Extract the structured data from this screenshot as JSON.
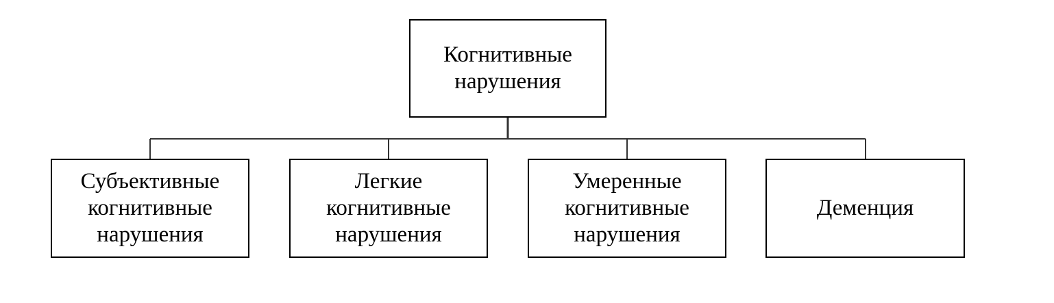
{
  "diagram": {
    "root": {
      "label": "Когнитивные\nнарушения"
    },
    "children": [
      {
        "label": "Субъективные\nкогнитивные\nнарушения"
      },
      {
        "label": "Легкие\nкогнитивные\nнарушения"
      },
      {
        "label": "Умеренные\nкогнитивные\nнарушения"
      },
      {
        "label": "Деменция"
      }
    ],
    "colors": {
      "line": "#333333",
      "border": "#000000",
      "background": "#ffffff"
    }
  }
}
